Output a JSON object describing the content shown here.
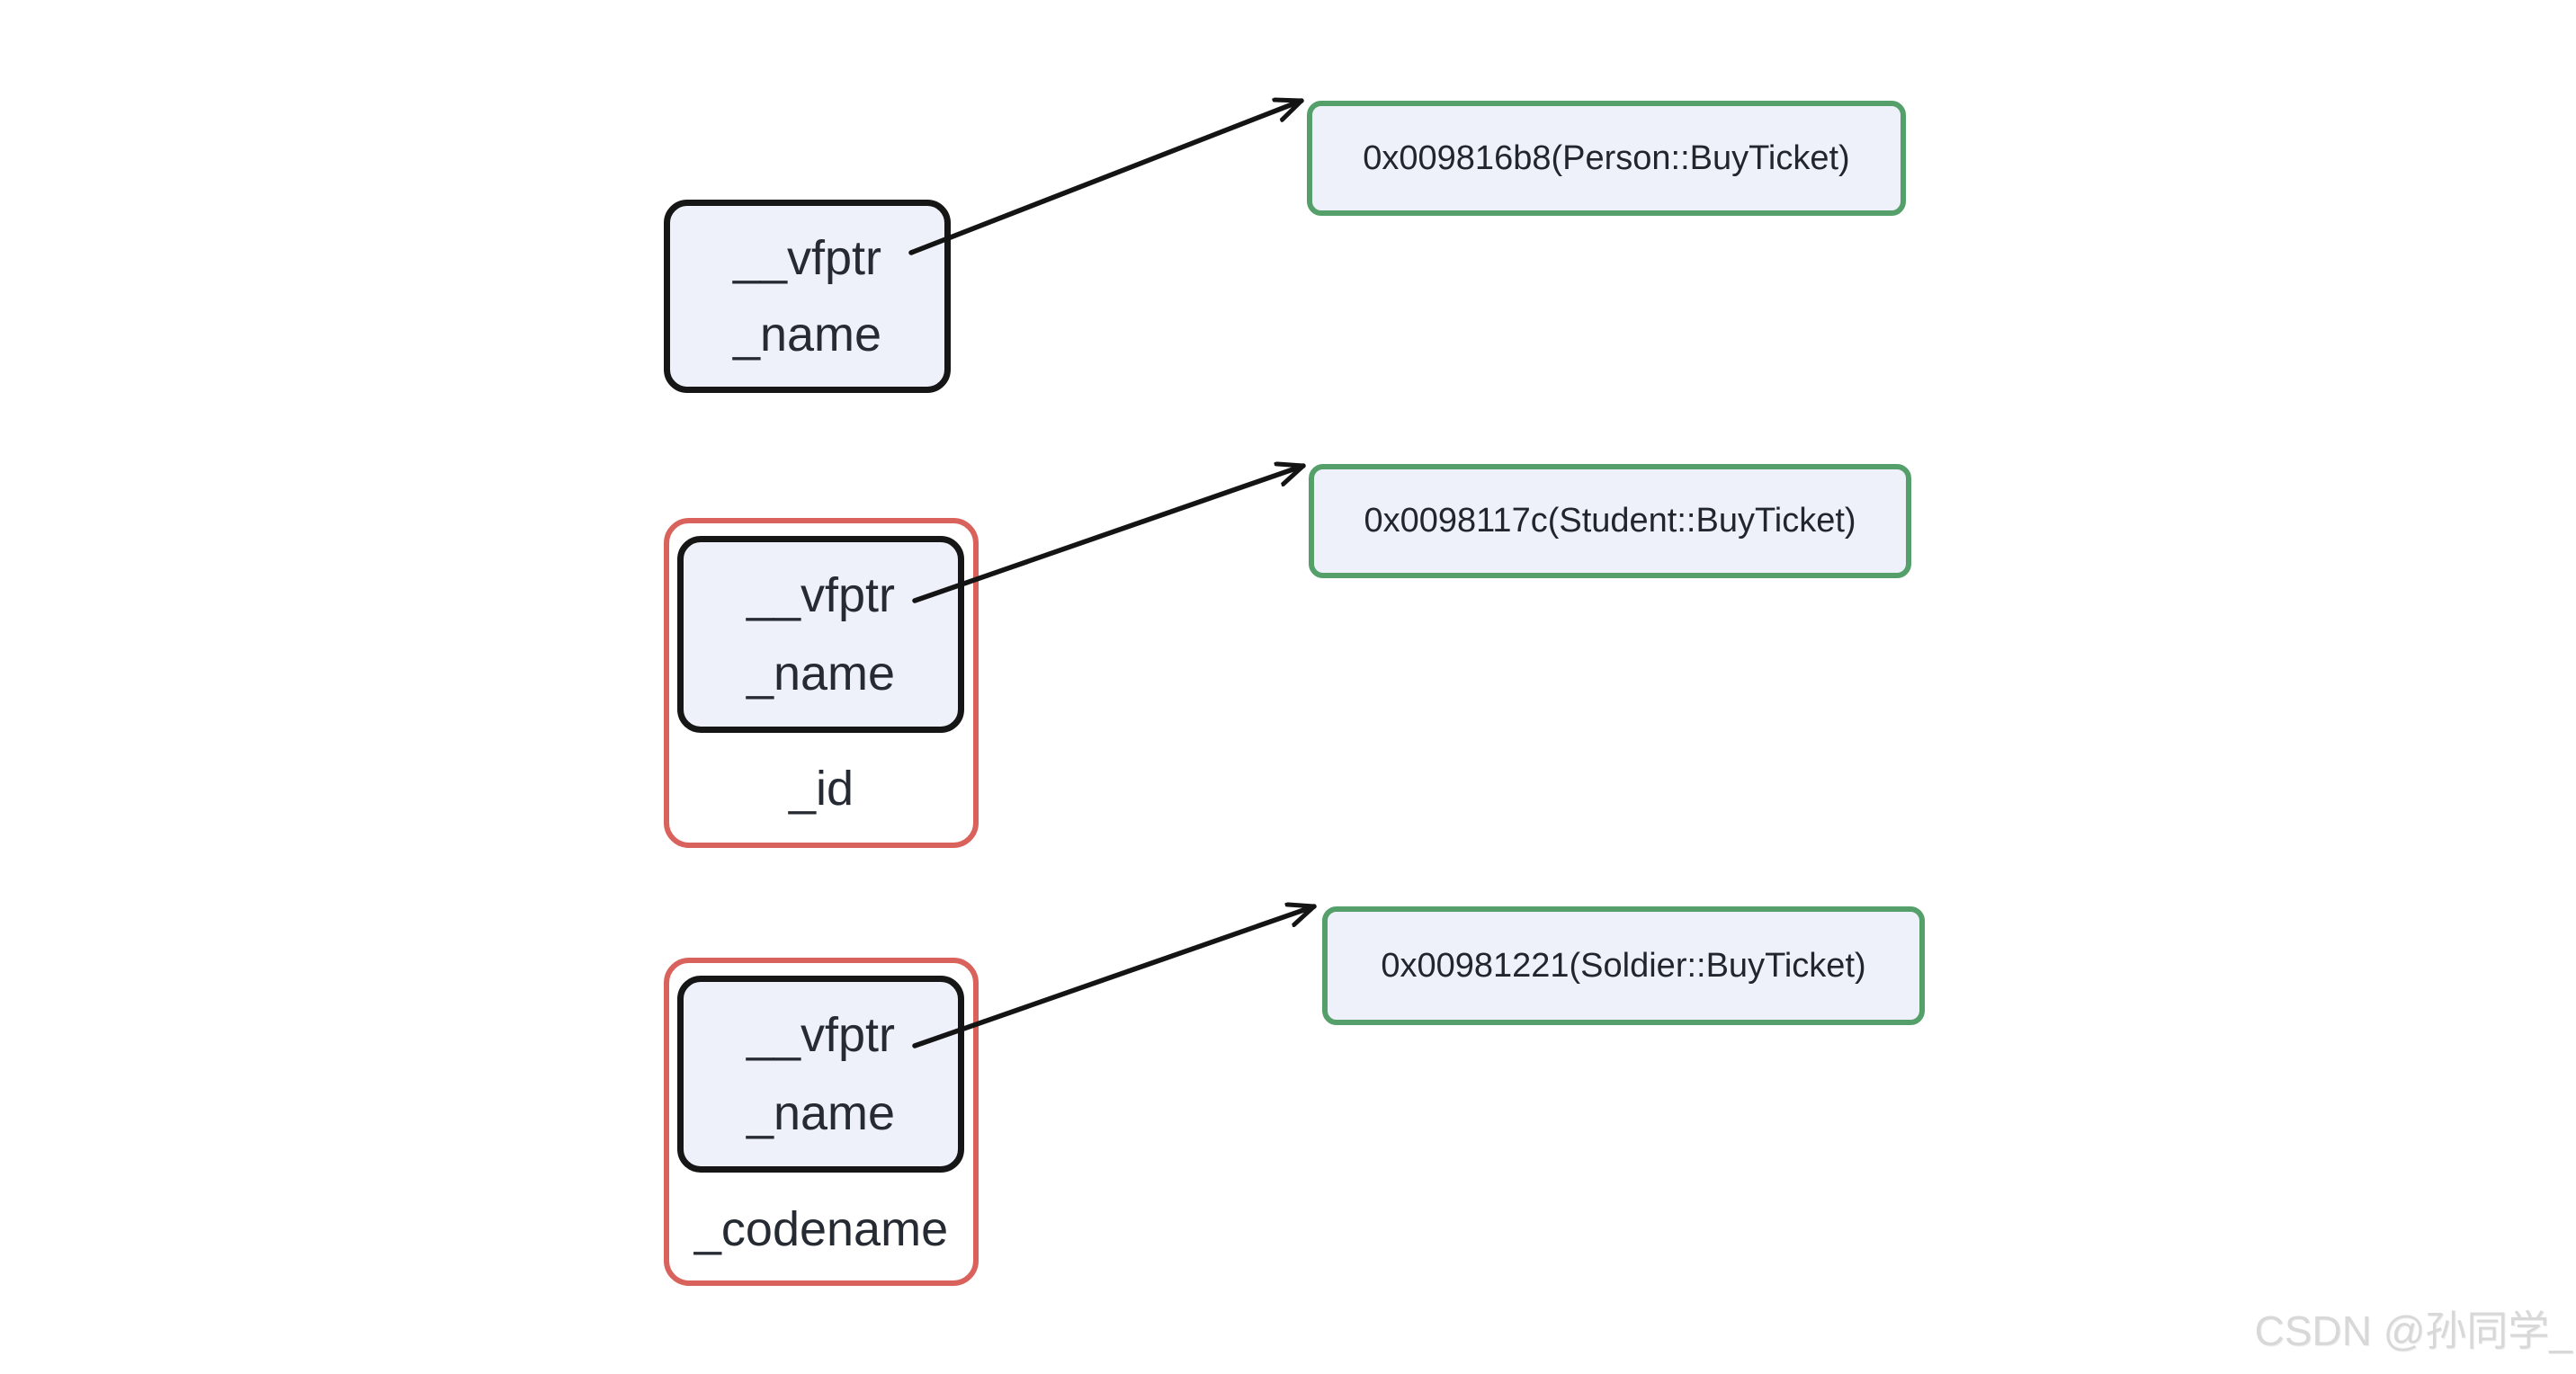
{
  "diagram_title": "",
  "colors": {
    "background": "#ffffff",
    "struct_box_fill": "#eef1fa",
    "struct_box_border": "#161616",
    "derived_box_border": "#d9635c",
    "vtable_box_border": "#55a06a",
    "vtable_box_fill": "#eef1fa",
    "arrow": "#141414",
    "text": "#262b33",
    "watermark_text": "#d8d8d8"
  },
  "groups": [
    {
      "fields": [
        "__vfptr",
        "_name"
      ],
      "extra_field": null,
      "vtable_entry": "0x009816b8(Person::BuyTicket)"
    },
    {
      "fields": [
        "__vfptr",
        "_name"
      ],
      "extra_field": "_id",
      "vtable_entry": "0x0098117c(Student::BuyTicket)"
    },
    {
      "fields": [
        "__vfptr",
        "_name"
      ],
      "extra_field": "_codename",
      "vtable_entry": "0x00981221(Soldier::BuyTicket)"
    }
  ],
  "watermark": {
    "text": "CSDN @孙同学_"
  }
}
